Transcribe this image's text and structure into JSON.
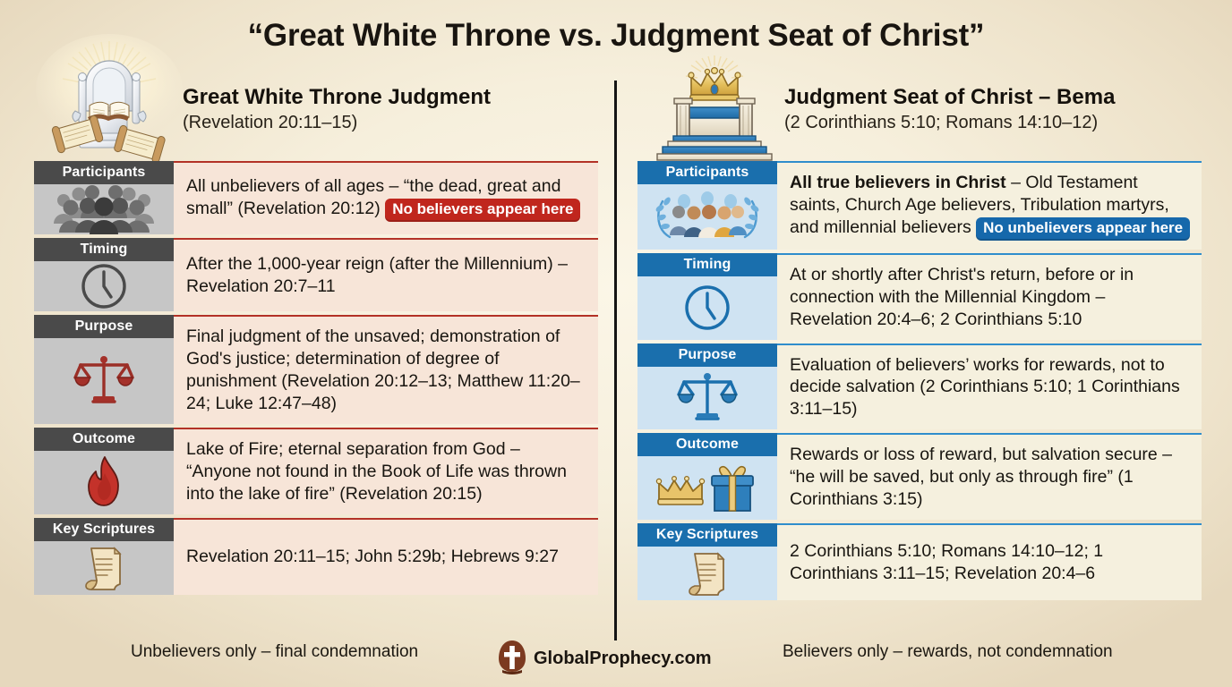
{
  "title": "“Great White Throne vs. Judgment Seat of Christ”",
  "columns": {
    "left": {
      "heading": "Great White Throne Judgment",
      "subheading": "(Revelation 20:11–15)",
      "hero_icon": "white-throne-with-open-book-and-scrolls",
      "accent": "#b33226",
      "tag_bg": "#4a4a4a",
      "icon_bg": "#c6c6c6",
      "text_bg": "#f7e5d8",
      "footer_note": "Unbelievers only – final condemnation",
      "rows": [
        {
          "label": "Participants",
          "icon": "crowd-of-people-icon",
          "text_before": "All unbelievers of all ages – “the dead, great and small” (Revelation 20:12) ",
          "badge": "No believers appear here",
          "badge_color": "#c0261d"
        },
        {
          "label": "Timing",
          "icon": "clock-icon",
          "text_before": "After the 1,000-year reign (after the Millennium) – Revelation 20:7–11",
          "badge": null
        },
        {
          "label": "Purpose",
          "icon": "scales-of-justice-icon",
          "text_before": "Final judgment of the unsaved; demonstration of God's justice; determination of degree of punishment (Revelation 20:12–13; Matthew 11:20–24; Luke 12:47–48)",
          "badge": null
        },
        {
          "label": "Outcome",
          "icon": "flame-icon",
          "text_before": "Lake of Fire; eternal separation from God – “Anyone not found in the Book of Life was thrown into the lake of fire” (Revelation 20:15)",
          "badge": null
        },
        {
          "label": "Key Scriptures",
          "icon": "scroll-icon",
          "text_before": "Revelation 20:11–15; John 5:29b; Hebrews 9:27",
          "badge": null
        }
      ]
    },
    "right": {
      "heading": "Judgment Seat of Christ – Bema",
      "subheading": "(2 Corinthians 5:10; Romans 14:10–12)",
      "hero_icon": "bema-seat-with-golden-crown",
      "accent": "#2f8dcc",
      "tag_bg": "#1a6fad",
      "icon_bg": "#cfe3f2",
      "text_bg": "#f5f0de",
      "footer_note": "Believers only – rewards, not condemnation",
      "rows": [
        {
          "label": "Participants",
          "icon": "believers-group-with-laurel-icon",
          "text_bold": "All true believers in Christ",
          "text_before": " – Old Testament saints, Church Age believers, Tribulation martyrs, and millennial believers ",
          "badge": "No unbelievers appear here",
          "badge_color": "#1668ab"
        },
        {
          "label": "Timing",
          "icon": "clock-icon",
          "text_before": "At or shortly after Christ's return, before or in connection with the Millennial Kingdom – Revelation 20:4–6; 2 Corinthians 5:10",
          "badge": null
        },
        {
          "label": "Purpose",
          "icon": "scales-of-justice-icon",
          "text_before": "Evaluation of believers’ works for rewards, not to decide salvation (2 Corinthians 5:10; 1 Corinthians 3:11–15)",
          "badge": null
        },
        {
          "label": "Outcome",
          "icon": "crown-and-gift-icon",
          "text_before": "Rewards or loss of reward, but salvation secure – “he will be saved, but only as through fire” (1 Corinthians 3:15)",
          "badge": null
        },
        {
          "label": "Key Scriptures",
          "icon": "scroll-icon",
          "text_before": "2 Corinthians 5:10; Romans 14:10–12; 1 Corinthians 3:11–15; Revelation 20:4–6",
          "badge": null
        }
      ]
    }
  },
  "brand": {
    "icon": "cross-logo-icon",
    "name": "GlobalProphecy.com"
  },
  "background_color": "#f4ecd8"
}
